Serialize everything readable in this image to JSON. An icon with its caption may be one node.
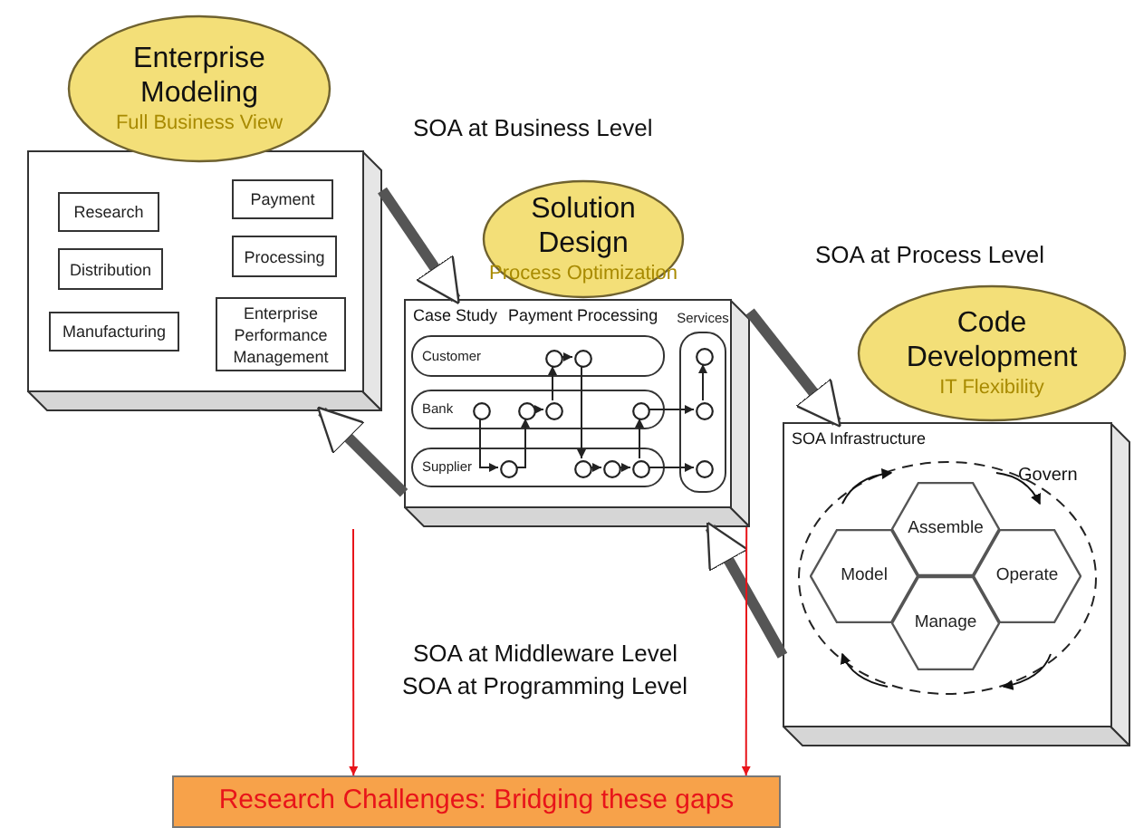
{
  "diagram": {
    "nodes": [
      {
        "text": [
          "Enterprise Modeling",
          "Full Business View"
        ]
      },
      {
        "text": [],
        "shape": "box"
      },
      {
        "text": [
          "Research"
        ],
        "in": 1
      },
      {
        "text": [
          "Payment"
        ],
        "in": 1
      },
      {
        "text": [
          "Distribution"
        ],
        "in": 1
      },
      {
        "text": [
          "Processing"
        ],
        "in": 1
      },
      {
        "text": [
          "Manufacturing"
        ],
        "in": 1
      },
      {
        "text": [
          "Enterprise Performance Management"
        ],
        "in": 1
      },
      {
        "text": [
          "Solution Design",
          "Process Optimization"
        ]
      },
      {
        "text": [
          "Case Study",
          "Payment Processing"
        ]
      },
      {
        "text": [
          "Customer"
        ],
        "in": 9
      },
      {
        "text": [
          "Bank"
        ],
        "in": 9
      },
      {
        "text": [
          "Supplier"
        ],
        "in": 9
      },
      {
        "text": [
          "Services"
        ],
        "in": 9
      },
      {
        "text": [],
        "shape": "circle",
        "in": 10
      },
      {
        "text": [],
        "shape": "circle",
        "in": 10
      },
      {
        "text": [],
        "shape": "circle",
        "in": 11
      },
      {
        "text": [],
        "shape": "circle",
        "in": 11
      },
      {
        "text": [],
        "shape": "circle",
        "in": 11
      },
      {
        "text": [],
        "shape": "circle",
        "in": 11
      },
      {
        "text": [],
        "shape": "circle",
        "in": 12
      },
      {
        "text": [],
        "shape": "circle",
        "in": 12
      },
      {
        "text": [],
        "shape": "circle",
        "in": 12
      },
      {
        "text": [],
        "shape": "circle",
        "in": 12
      },
      {
        "text": [],
        "shape": "circle",
        "in": 13
      },
      {
        "text": [],
        "shape": "circle",
        "in": 13
      },
      {
        "text": [],
        "shape": "circle",
        "in": 13
      },
      {
        "text": [
          "Code Development",
          "IT Flexibility"
        ]
      },
      {
        "text": [
          "SOA Infrastructure"
        ]
      },
      {
        "text": [
          "Assemble"
        ],
        "in": 28
      },
      {
        "text": [
          "Model"
        ],
        "in": 28
      },
      {
        "text": [
          "Operate"
        ],
        "in": 28
      },
      {
        "text": [
          "Manage"
        ],
        "in": 28
      },
      {
        "text": [
          "Research Challenges: Bridging these gaps"
        ]
      }
    ],
    "edges": [
      {
        "from": 1,
        "to": 9,
        "arrow": "to",
        "style": "thick"
      },
      {
        "from": 9,
        "to": 28,
        "arrow": "to",
        "style": "thick"
      },
      {
        "from": 28,
        "to": 9,
        "arrow": "to",
        "style": "thick"
      },
      {
        "from": 9,
        "to": 1,
        "arrow": "to",
        "style": "thick"
      },
      {
        "from": null,
        "to": 33,
        "arrow": "to",
        "color": "#e8141a"
      },
      {
        "from": 9,
        "to": 33,
        "arrow": "to",
        "color": "#e8141a"
      },
      {
        "from": 16,
        "to": 20,
        "arrow": "to"
      },
      {
        "from": 20,
        "to": 17,
        "arrow": "to"
      },
      {
        "from": 17,
        "to": 18,
        "arrow": "to"
      },
      {
        "from": 18,
        "to": 14,
        "arrow": "to"
      },
      {
        "from": 14,
        "to": 15,
        "arrow": "to"
      },
      {
        "from": 15,
        "to": 21,
        "arrow": "to"
      },
      {
        "from": 21,
        "to": 22,
        "arrow": "to"
      },
      {
        "from": 22,
        "to": 23,
        "arrow": "to"
      },
      {
        "from": 23,
        "to": 19,
        "arrow": "to"
      },
      {
        "from": 19,
        "to": 25,
        "arrow": "to"
      },
      {
        "from": 25,
        "to": 24,
        "arrow": "to"
      },
      {
        "from": 23,
        "to": 26,
        "arrow": "to"
      }
    ],
    "labels": [
      "SOA at Business Level",
      "SOA at Process Level",
      "Govern",
      "SOA at Middleware Level",
      "SOA at Programming Level"
    ]
  }
}
